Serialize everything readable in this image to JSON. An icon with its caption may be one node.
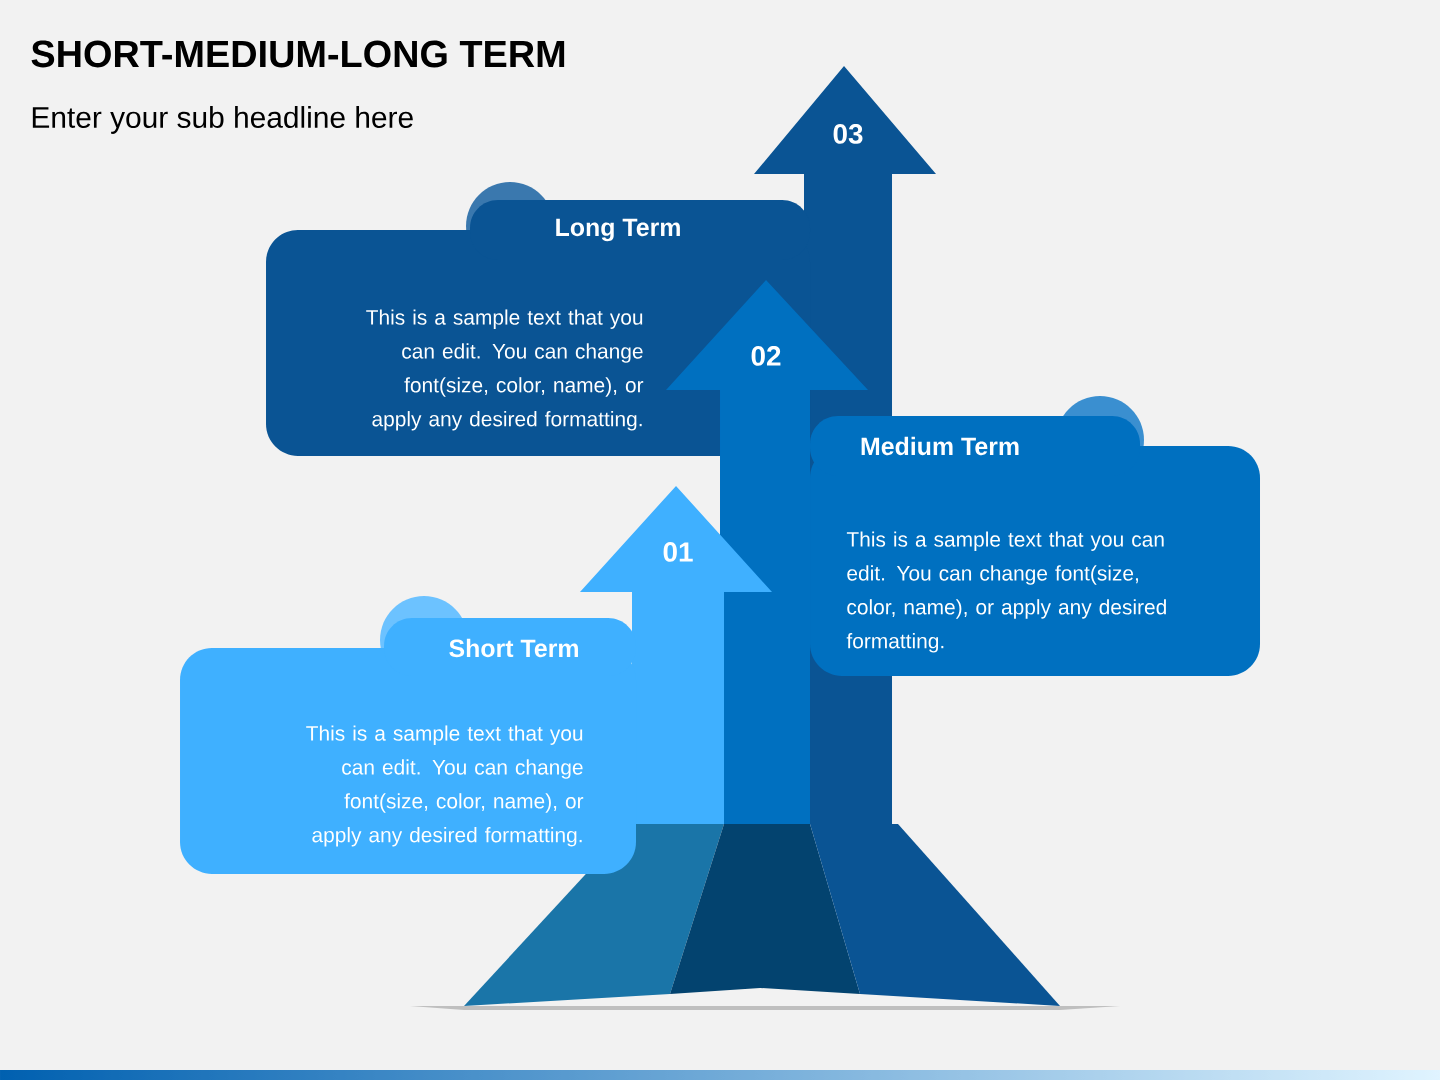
{
  "diagram": {
    "title": "SHORT-MEDIUM-LONG TERM",
    "nodes": [
      {
        "text": [
          "03"
        ]
      },
      {
        "text": [
          "Long Term",
          "This is a sample text that you can edit. You can change font(size, color, name), or apply any desired formatting."
        ]
      },
      {
        "text": [
          "02"
        ]
      },
      {
        "text": [
          "Medium Term",
          "This is a sample text that you can edit. You can change font(size, color, name), or apply any desired formatting."
        ]
      },
      {
        "text": [
          "01"
        ]
      },
      {
        "text": [
          "Short Term",
          "This is a sample text that you can edit. You can change font(size, color, name), or apply any desired formatting."
        ]
      }
    ],
    "labels": [
      "Enter your sub headline here"
    ]
  }
}
